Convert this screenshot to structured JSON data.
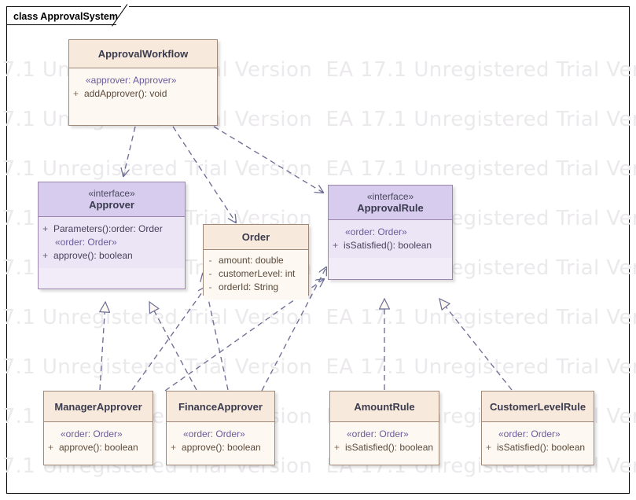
{
  "diagram": {
    "tab_label": "class ApprovalSystem",
    "watermark_text": "EA 17.1 Unregistered Trial Version",
    "colors": {
      "class_header": "#f7e9db",
      "class_body": "#fdf8f2",
      "class_border": "#a08878",
      "interface_header": "#d7cbee",
      "interface_body": "#ece5f6",
      "interface_border": "#9b86ae",
      "connector": "#6e6e96",
      "watermark": "#ebe9ec"
    }
  },
  "classes": [
    {
      "id": "ApprovalWorkflow",
      "stereotype": "",
      "name": "ApprovalWorkflow",
      "kind": "class",
      "members": [
        {
          "visibility": "",
          "text": "«approver: Approver»",
          "stereo": true
        },
        {
          "visibility": "+",
          "text": "addApprover(): void",
          "stereo": false
        }
      ]
    },
    {
      "id": "Approver",
      "stereotype": "«interface»",
      "name": "Approver",
      "kind": "interface",
      "members": [
        {
          "visibility": "+",
          "text": "Parameters():order: Order",
          "stereo": false
        },
        {
          "visibility": "",
          "text": "«order: Order»",
          "stereo": true
        },
        {
          "visibility": "+",
          "text": "approve(): boolean",
          "stereo": false
        }
      ]
    },
    {
      "id": "Order",
      "stereotype": "",
      "name": "Order",
      "kind": "class",
      "members": [
        {
          "visibility": "-",
          "text": "amount: double",
          "stereo": false
        },
        {
          "visibility": "-",
          "text": "customerLevel: int",
          "stereo": false
        },
        {
          "visibility": "-",
          "text": "orderId: String",
          "stereo": false
        }
      ]
    },
    {
      "id": "ApprovalRule",
      "stereotype": "«interface»",
      "name": "ApprovalRule",
      "kind": "interface",
      "members": [
        {
          "visibility": "",
          "text": "«order: Order»",
          "stereo": true
        },
        {
          "visibility": "+",
          "text": "isSatisfied(): boolean",
          "stereo": false
        }
      ]
    },
    {
      "id": "ManagerApprover",
      "stereotype": "",
      "name": "ManagerApprover",
      "kind": "class",
      "members": [
        {
          "visibility": "",
          "text": "«order: Order»",
          "stereo": true
        },
        {
          "visibility": "+",
          "text": "approve(): boolean",
          "stereo": false
        }
      ]
    },
    {
      "id": "FinanceApprover",
      "stereotype": "",
      "name": "FinanceApprover",
      "kind": "class",
      "members": [
        {
          "visibility": "",
          "text": "«order: Order»",
          "stereo": true
        },
        {
          "visibility": "+",
          "text": "approve(): boolean",
          "stereo": false
        }
      ]
    },
    {
      "id": "AmountRule",
      "stereotype": "",
      "name": "AmountRule",
      "kind": "class",
      "members": [
        {
          "visibility": "",
          "text": "«order: Order»",
          "stereo": true
        },
        {
          "visibility": "+",
          "text": "isSatisfied(): boolean",
          "stereo": false
        }
      ]
    },
    {
      "id": "CustomerLevelRule",
      "stereotype": "",
      "name": "CustomerLevelRule",
      "kind": "class",
      "members": [
        {
          "visibility": "",
          "text": "«order: Order»",
          "stereo": true
        },
        {
          "visibility": "+",
          "text": "isSatisfied(): boolean",
          "stereo": false
        }
      ]
    }
  ],
  "connectors": [
    {
      "from": "ApprovalWorkflow",
      "to": "Approver",
      "type": "dependency"
    },
    {
      "from": "ApprovalWorkflow",
      "to": "Order",
      "type": "dependency"
    },
    {
      "from": "ApprovalWorkflow",
      "to": "ApprovalRule",
      "type": "dependency"
    },
    {
      "from": "ManagerApprover",
      "to": "Approver",
      "type": "realization"
    },
    {
      "from": "FinanceApprover",
      "to": "Approver",
      "type": "realization"
    },
    {
      "from": "AmountRule",
      "to": "ApprovalRule",
      "type": "realization"
    },
    {
      "from": "CustomerLevelRule",
      "to": "ApprovalRule",
      "type": "realization"
    },
    {
      "from": "ManagerApprover",
      "to": "Order",
      "type": "dependency"
    },
    {
      "from": "FinanceApprover",
      "to": "Order",
      "type": "dependency"
    },
    {
      "from": "AmountRule",
      "to": "ApprovalRule",
      "type": "dependency"
    },
    {
      "from": "CustomerLevelRule",
      "to": "ApprovalRule",
      "type": "dependency"
    }
  ]
}
